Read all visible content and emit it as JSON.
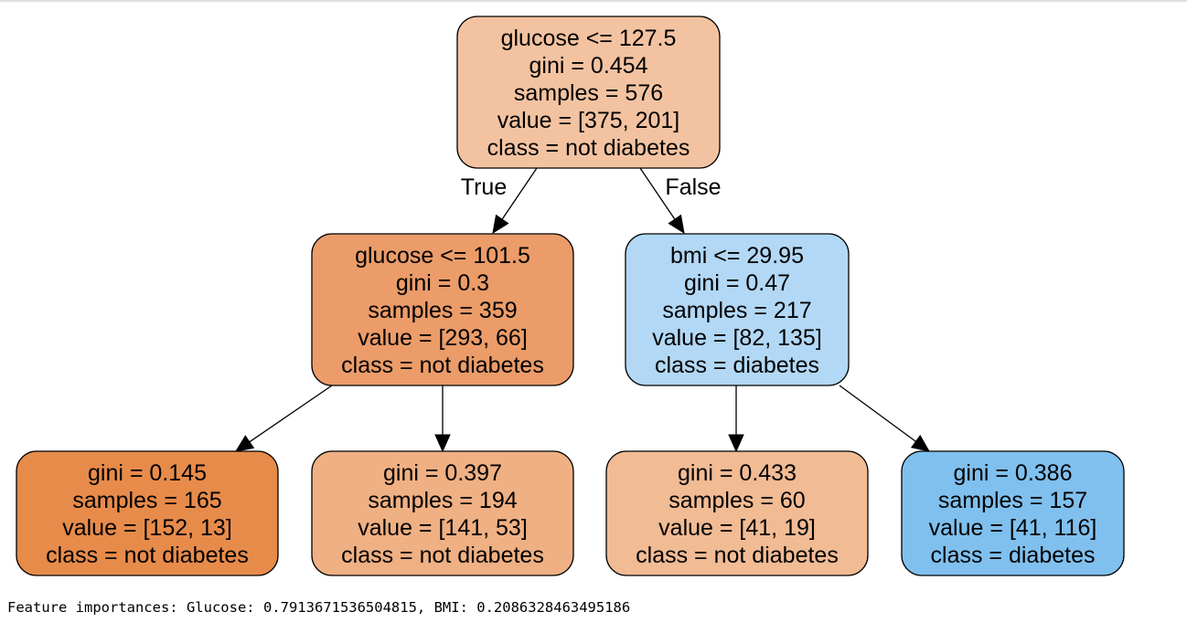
{
  "tree": {
    "nodes": [
      {
        "id": "root",
        "lines": [
          "glucose <= 127.5",
          "gini = 0.454",
          "samples = 576",
          "value = [375, 201]",
          "class = not diabetes"
        ],
        "fill": "#f3c3a1"
      },
      {
        "id": "n1",
        "lines": [
          "glucose <= 101.5",
          "gini = 0.3",
          "samples = 359",
          "value = [293, 66]",
          "class = not diabetes"
        ],
        "fill": "#eb9c69"
      },
      {
        "id": "n2",
        "lines": [
          "bmi <= 29.95",
          "gini = 0.47",
          "samples = 217",
          "value = [82, 135]",
          "class = diabetes"
        ],
        "fill": "#b2d8f5"
      },
      {
        "id": "n3",
        "lines": [
          "gini = 0.145",
          "samples = 165",
          "value = [152, 13]",
          "class = not diabetes"
        ],
        "fill": "#e78b4b"
      },
      {
        "id": "n4",
        "lines": [
          "gini = 0.397",
          "samples = 194",
          "value = [141, 53]",
          "class = not diabetes"
        ],
        "fill": "#efb083"
      },
      {
        "id": "n5",
        "lines": [
          "gini = 0.433",
          "samples = 60",
          "value = [41, 19]",
          "class = not diabetes"
        ],
        "fill": "#f1bb94"
      },
      {
        "id": "n6",
        "lines": [
          "gini = 0.386",
          "samples = 157",
          "value = [41, 116]",
          "class = diabetes"
        ],
        "fill": "#80c0ee"
      }
    ],
    "edges": [
      {
        "from": "root",
        "to": "n1",
        "label": "True"
      },
      {
        "from": "root",
        "to": "n2",
        "label": "False"
      },
      {
        "from": "n1",
        "to": "n3",
        "label": ""
      },
      {
        "from": "n1",
        "to": "n4",
        "label": ""
      },
      {
        "from": "n2",
        "to": "n5",
        "label": ""
      },
      {
        "from": "n2",
        "to": "n6",
        "label": ""
      }
    ]
  },
  "output": {
    "feature_importances_text": "Feature importances: Glucose: 0.7913671536504815, BMI: 0.2086328463495186"
  }
}
